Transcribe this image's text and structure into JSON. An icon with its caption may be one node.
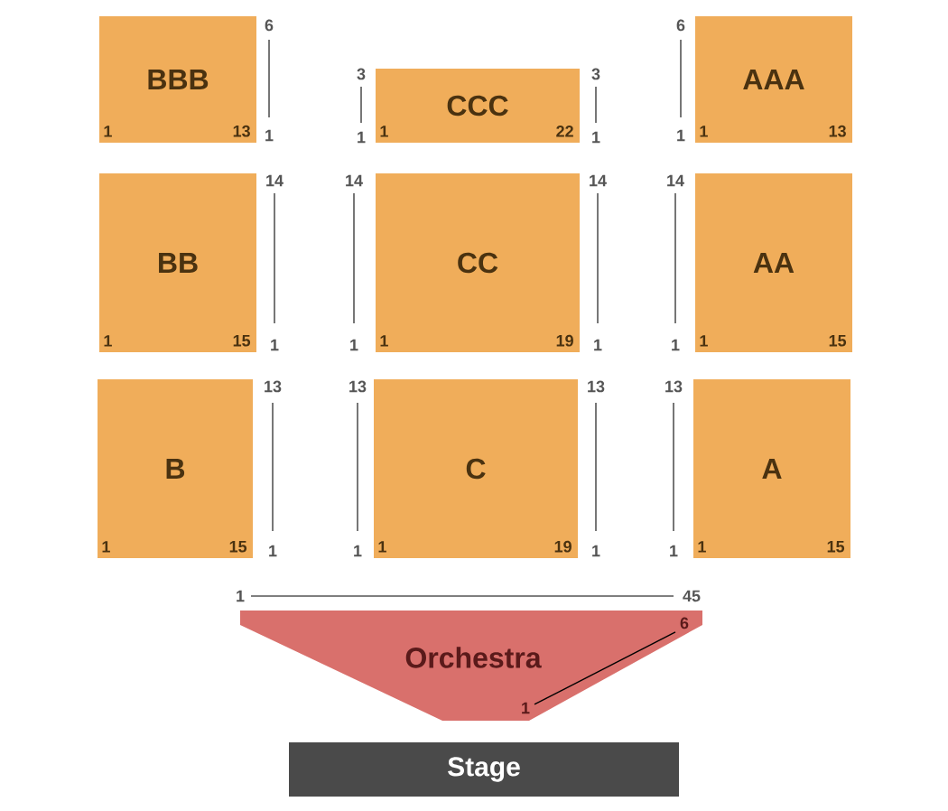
{
  "diagram": {
    "nodes": [
      {
        "text": [
          "BBB",
          "1",
          "13"
        ]
      },
      {
        "text": [
          "CCC",
          "1",
          "22"
        ]
      },
      {
        "text": [
          "AAA",
          "1",
          "13"
        ]
      },
      {
        "text": [
          "BB",
          "1",
          "15"
        ]
      },
      {
        "text": [
          "CC",
          "1",
          "19"
        ]
      },
      {
        "text": [
          "AA",
          "1",
          "15"
        ]
      },
      {
        "text": [
          "B",
          "1",
          "15"
        ]
      },
      {
        "text": [
          "C",
          "1",
          "19"
        ]
      },
      {
        "text": [
          "A",
          "1",
          "15"
        ]
      },
      {
        "text": [
          "Orchestra"
        ]
      },
      {
        "text": [
          "Stage"
        ]
      }
    ],
    "labels": [
      "6",
      "1",
      "3",
      "1",
      "3",
      "1",
      "6",
      "1",
      "14",
      "1",
      "14",
      "1",
      "14",
      "1",
      "14",
      "1",
      "13",
      "1",
      "13",
      "1",
      "13",
      "1",
      "13",
      "1",
      "1",
      "45",
      "6",
      "1"
    ]
  }
}
